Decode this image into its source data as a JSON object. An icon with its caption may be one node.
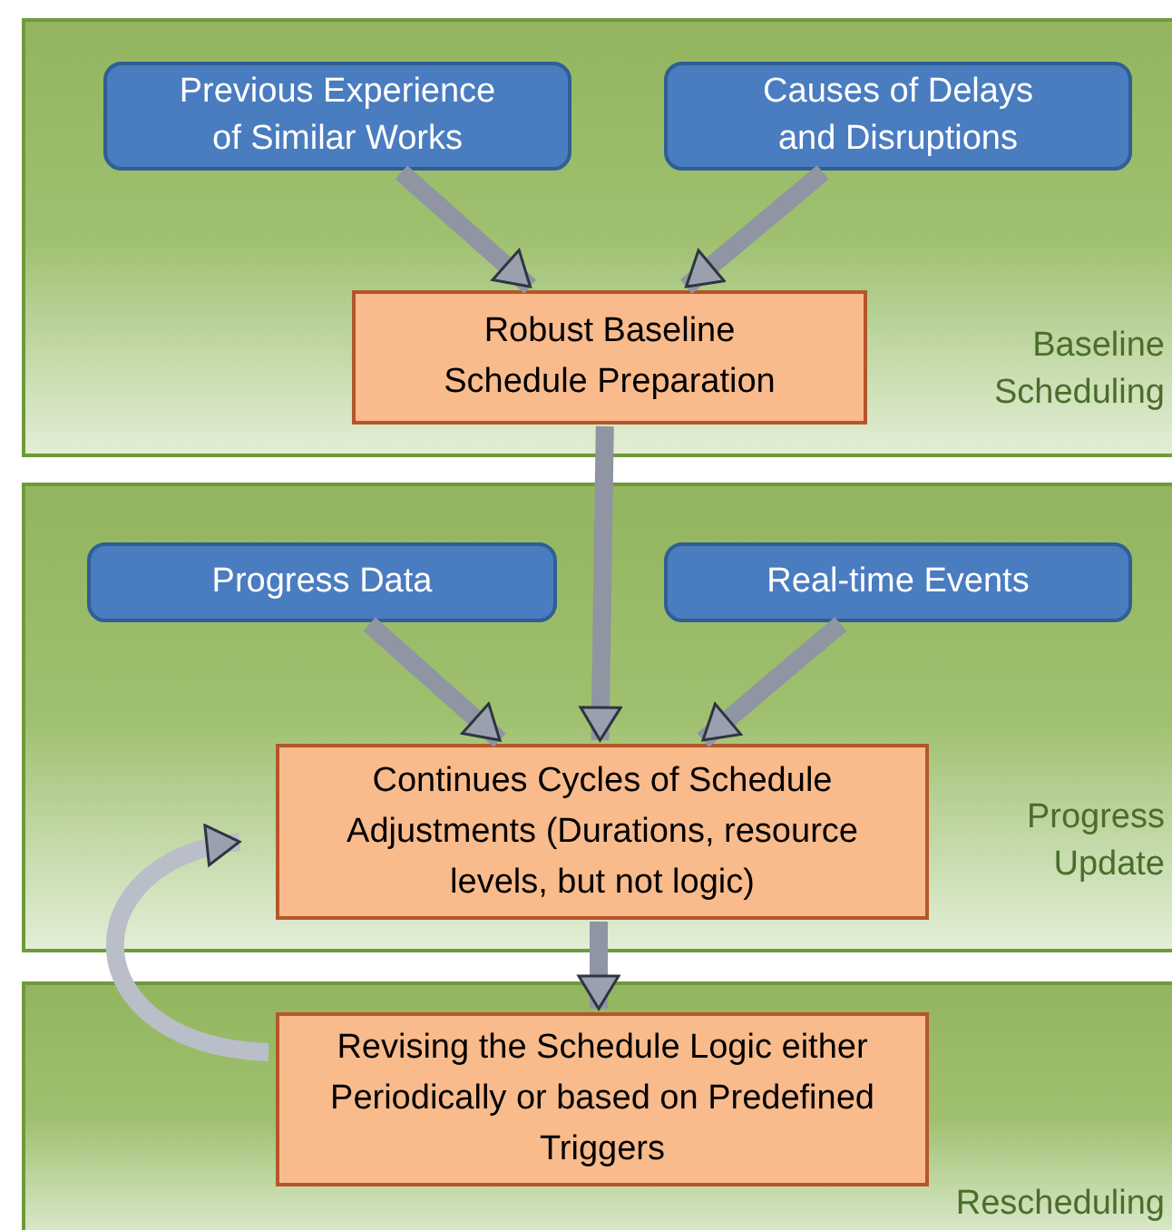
{
  "diagram": {
    "nodes": [
      {
        "text": [
          "Baseline Scheduling"
        ]
      },
      {
        "text": [
          "Previous Experience of Similar Works"
        ],
        "in": 0
      },
      {
        "text": [
          "Causes of Delays and Disruptions"
        ],
        "in": 0
      },
      {
        "text": [
          "Robust Baseline Schedule Preparation"
        ],
        "in": 0
      },
      {
        "text": [
          "Progress Update"
        ]
      },
      {
        "text": [
          "Progress Data"
        ],
        "in": 4
      },
      {
        "text": [
          "Real-time Events"
        ],
        "in": 4
      },
      {
        "text": [
          "Continues Cycles of Schedule Adjustments (Durations, resource levels, but not logic)"
        ],
        "in": 4
      },
      {
        "text": [
          "Rescheduling"
        ]
      },
      {
        "text": [
          "Revising the Schedule Logic either Periodically or based on Predefined Triggers"
        ],
        "in": 8
      }
    ],
    "edges": [
      {
        "from": 1,
        "to": 3,
        "arrow": "to"
      },
      {
        "from": 2,
        "to": 3,
        "arrow": "to"
      },
      {
        "from": 3,
        "to": 7,
        "arrow": "to"
      },
      {
        "from": 5,
        "to": 7,
        "arrow": "to"
      },
      {
        "from": 6,
        "to": 7,
        "arrow": "to"
      },
      {
        "from": 7,
        "to": 9,
        "arrow": "to"
      },
      {
        "from": 9,
        "to": 7,
        "arrow": "to"
      }
    ]
  }
}
